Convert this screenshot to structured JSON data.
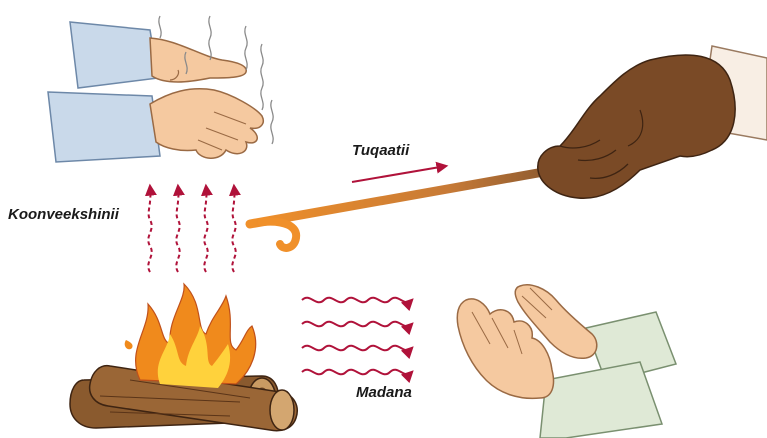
{
  "labels": {
    "convection": "Koonveekshinii",
    "conduction": "Tuqaatii",
    "radiation": "Madana"
  },
  "colors": {
    "arrow": "#b0123a",
    "flame_outer": "#f08a1c",
    "flame_inner": "#ffd23c",
    "skin": "#f5c9a0",
    "skin_stroke": "#9a6a44",
    "sleeve_blue": "#c9d9ea",
    "sleeve_green": "#dfe9d6",
    "glove": "#7a4a26",
    "log": "#8a5a2e",
    "rod_hot": "#f0902a",
    "rod_cold": "#4a3a30"
  }
}
